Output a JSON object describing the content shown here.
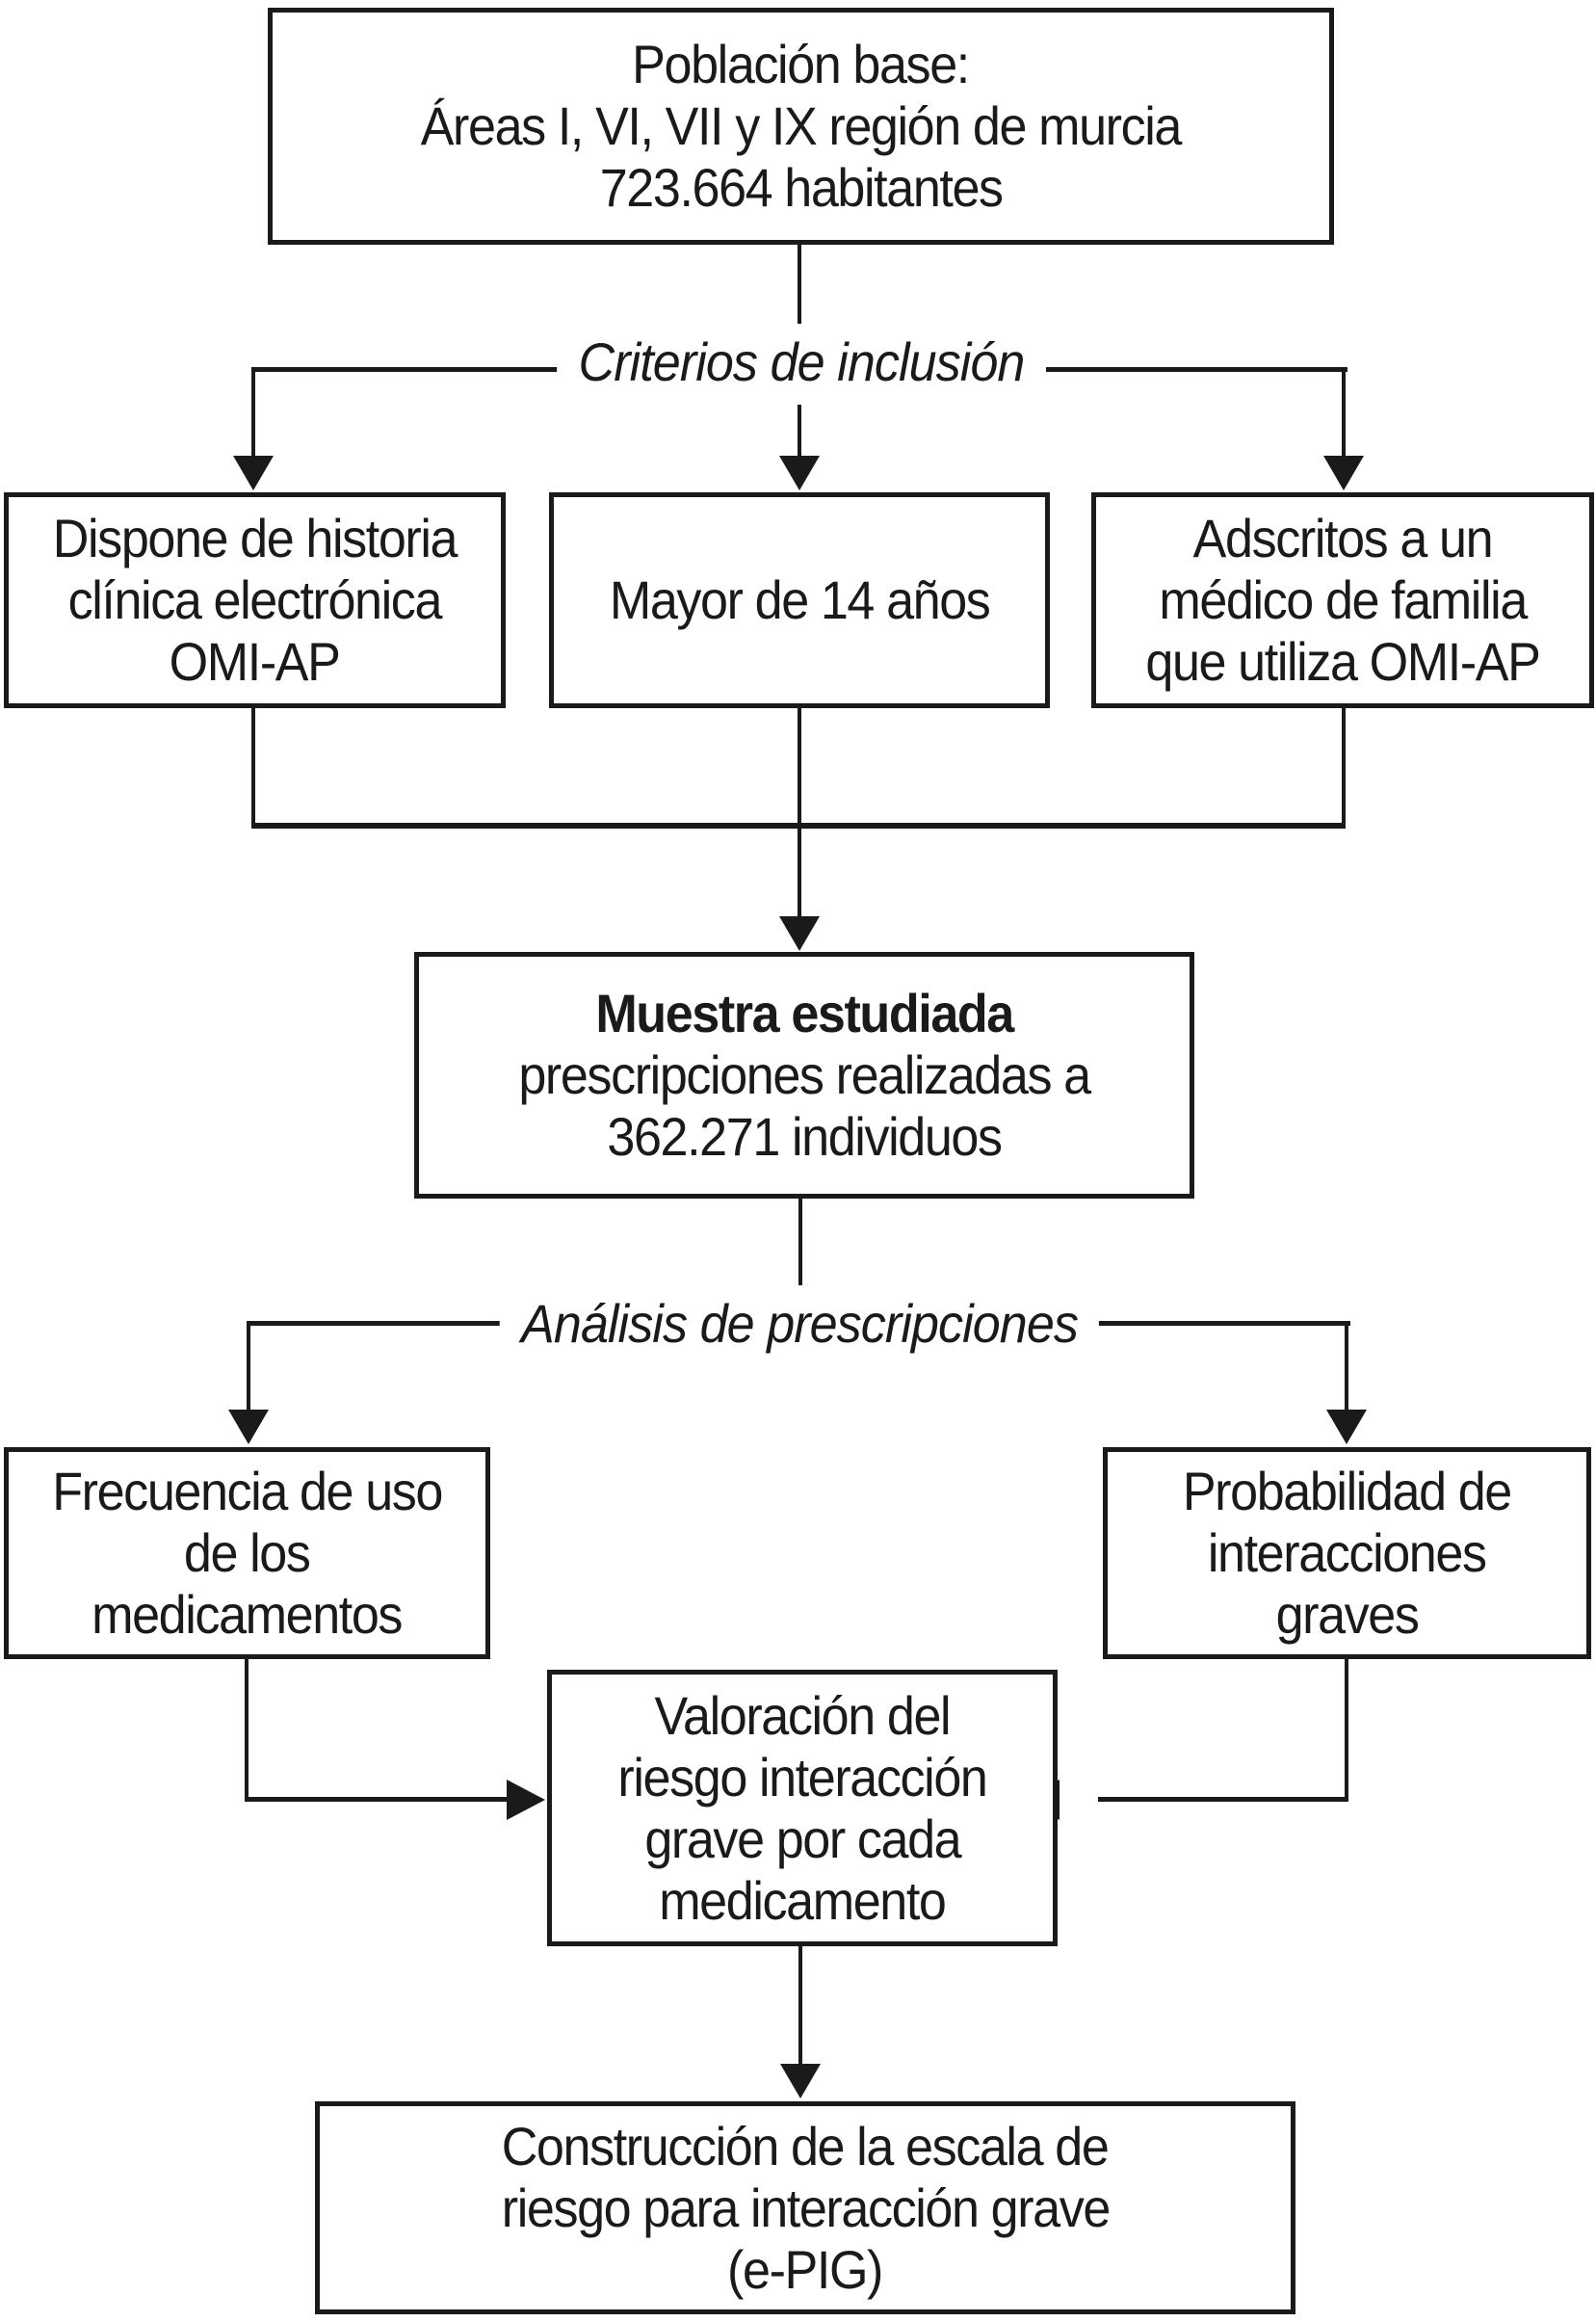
{
  "nodes": {
    "poblacion_base": {
      "lines": [
        "Población base:",
        "Áreas I, VI, VII y IX región de murcia",
        "723.664 habitantes"
      ]
    },
    "criterio_historia": {
      "lines": [
        "Dispone de historia",
        "clínica electrónica",
        "OMI-AP"
      ]
    },
    "criterio_edad": {
      "lines": [
        "Mayor de 14 años"
      ]
    },
    "criterio_adscrito": {
      "lines": [
        "Adscritos a un",
        "médico de familia",
        "que utiliza OMI-AP"
      ]
    },
    "muestra": {
      "title": "Muestra estudiada",
      "lines": [
        "prescripciones realizadas a",
        "362.271 individuos"
      ]
    },
    "frecuencia": {
      "lines": [
        "Frecuencia de uso",
        "de los",
        "medicamentos"
      ]
    },
    "probabilidad": {
      "lines": [
        "Probabilidad de",
        "interacciones",
        "graves"
      ]
    },
    "valoracion": {
      "lines": [
        "Valoración del",
        "riesgo interacción",
        "grave por cada",
        "medicamento"
      ]
    },
    "construccion": {
      "lines": [
        "Construcción de la escala de",
        "riesgo para interacción grave",
        "(e-PIG)"
      ]
    }
  },
  "labels": {
    "criterios_inclusion": "Criterios de inclusión",
    "analisis_prescripciones": "Análisis de prescripciones"
  },
  "colors": {
    "line": "#1a1a1a",
    "text": "#1a1a1a",
    "background": "#ffffff"
  }
}
